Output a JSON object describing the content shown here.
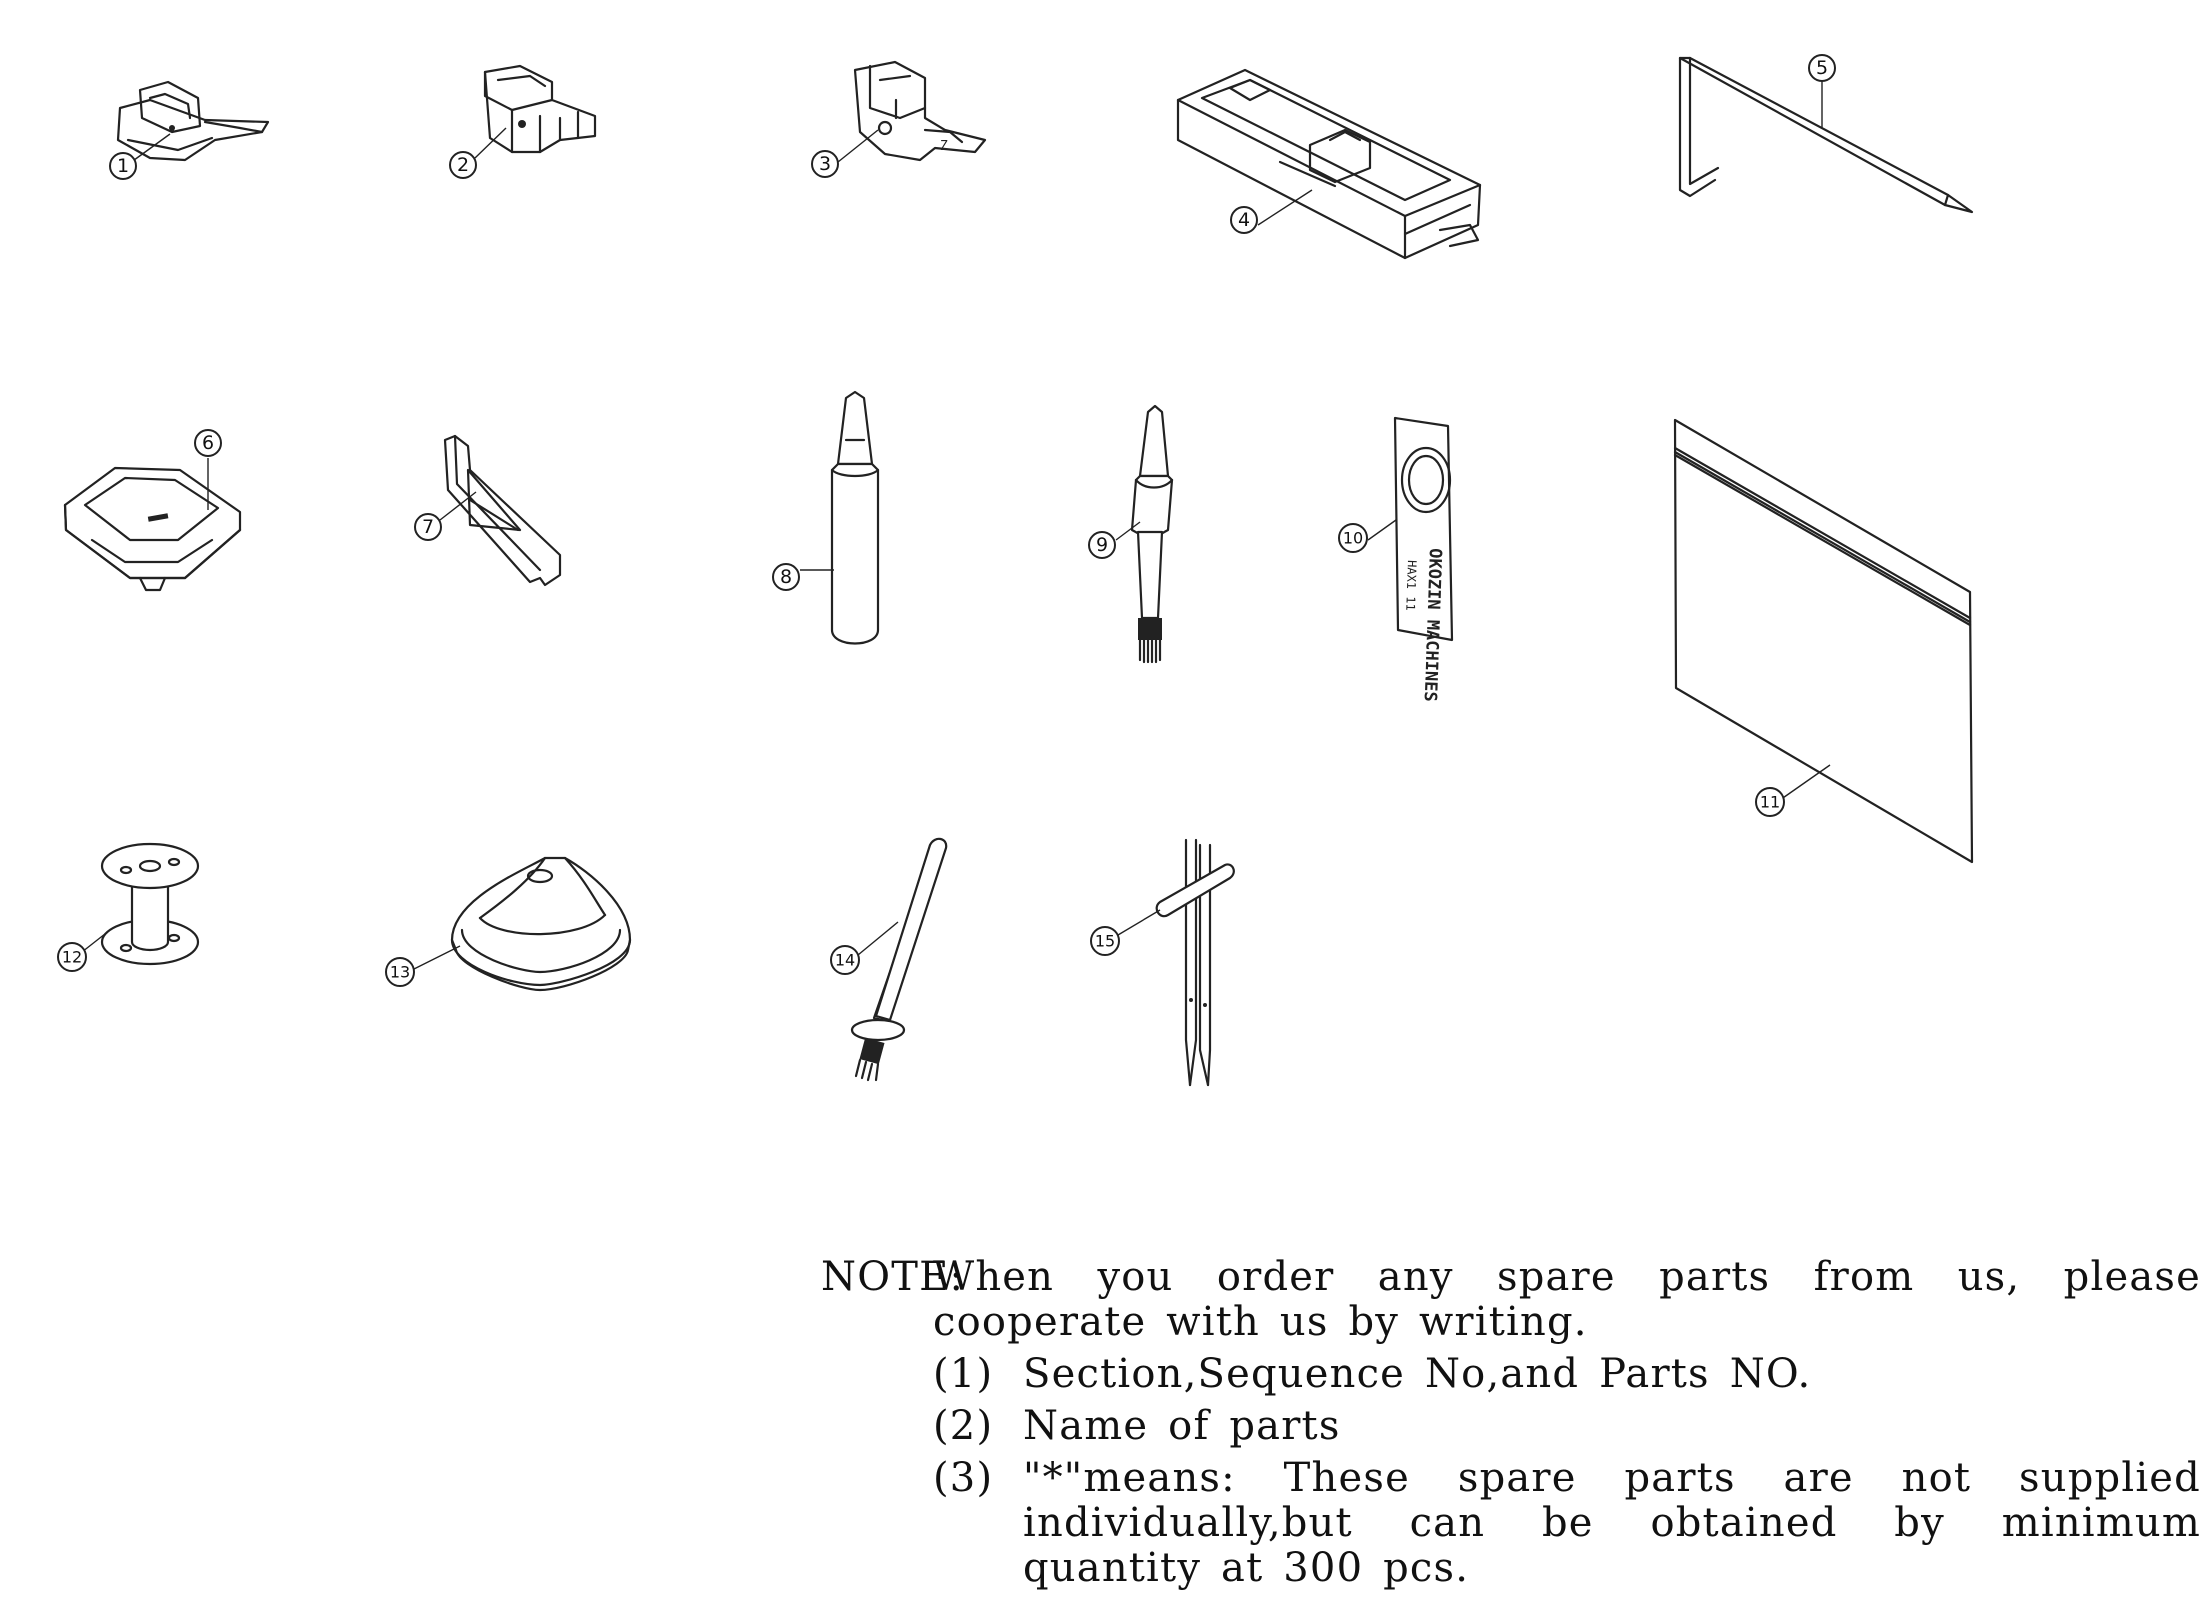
{
  "callouts": [
    "1",
    "2",
    "3",
    "4",
    "5",
    "6",
    "7",
    "8",
    "9",
    "10",
    "11",
    "12",
    "13",
    "14",
    "15"
  ],
  "package_label": {
    "brand": "OKOZIN MACHINES",
    "code": "HAX1 11"
  },
  "note": {
    "label": "NOTE:",
    "intro": "When you order any spare parts from us, please cooperate with us by writing.",
    "items": [
      {
        "num": "(1)",
        "text": "Section,Sequence No,and Parts NO."
      },
      {
        "num": "(2)",
        "text": "Name of parts"
      },
      {
        "num": "(3)",
        "text": "\"*\"means: These spare parts are not supplied individually,but can be obtained by minimum quantity at 300 pcs."
      }
    ]
  }
}
